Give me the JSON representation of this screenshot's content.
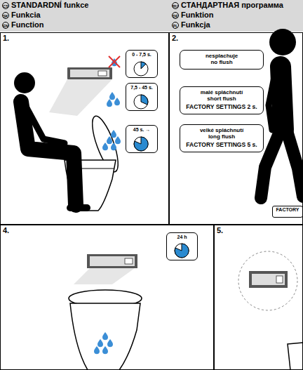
{
  "diagram": {
    "nodes": [
      {
        "text": [
          "1."
        ]
      },
      {
        "text": [
          "0 - 7,5 s."
        ],
        "in": 0
      },
      {
        "text": [
          "7,5 - 45 s."
        ],
        "in": 0
      },
      {
        "text": [
          "45 s. →"
        ],
        "in": 0
      },
      {
        "text": [
          "2."
        ]
      },
      {
        "text": [
          "nesplachuje",
          "no flush"
        ],
        "in": 4
      },
      {
        "text": [
          "malé spláchnutí",
          "short flush",
          "FACTORY SETTINGS 2 s."
        ],
        "in": 4
      },
      {
        "text": [
          "velké spláchnutí",
          "long flush",
          "FACTORY SETTINGS 5 s."
        ],
        "in": 4
      },
      {
        "text": [
          "FACTORY"
        ],
        "in": 4
      },
      {
        "text": [
          "4."
        ]
      },
      {
        "text": [
          "24 h"
        ],
        "in": 9
      },
      {
        "text": [
          "5."
        ]
      }
    ],
    "labels": [
      "CS",
      "STANDARDNÍ funkce",
      "RU",
      "СТАНДАРТНАЯ программа",
      "SK",
      "Funkcia",
      "DE",
      "Funktion",
      "EN",
      "Function",
      "PL",
      "Funkcja"
    ]
  }
}
